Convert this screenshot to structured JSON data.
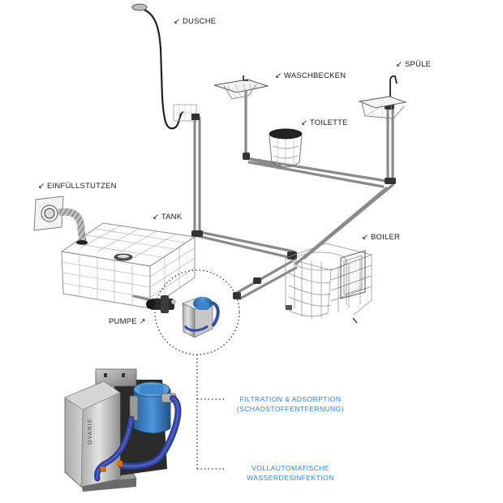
{
  "labels": {
    "dusche": "↙ DUSCHE",
    "waschbecken": "↙ WASCHBECKEN",
    "spuele": "↙ SPÜLE",
    "toilette": "↙ TOILETTE",
    "einfuellstutzen": "↙ EINFÜLLSTUTZEN",
    "tank": "↙ TANK",
    "boiler": "↙ BOILER",
    "pumpe": "PUMPE ↗"
  },
  "callouts": {
    "filtration_line1": "FILTRATION & ADSORPTION",
    "filtration_line2": "(SCHADSTOFFENTFERNUNG)",
    "desinfektion_line1": "VOLLAUTOMATISCHE",
    "desinfektion_line2": "WASSERDESINFEKTION"
  },
  "device_text": "OVANIS",
  "colors": {
    "accent_blue": "#3a7fc2",
    "pipe": "#8a8a8a",
    "wire": "#9a9a9a",
    "text": "#1a1a1a"
  }
}
